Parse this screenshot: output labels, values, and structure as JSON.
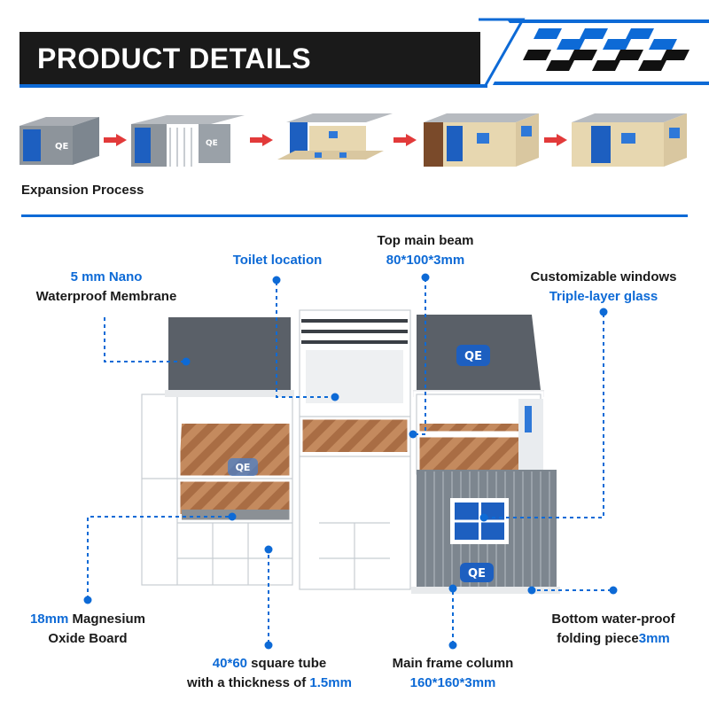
{
  "header": {
    "title": "PRODUCT DETAILS"
  },
  "expansion": {
    "label": "Expansion Process"
  },
  "callouts": {
    "membrane": {
      "line1": "5 mm Nano",
      "line2": "Waterproof Membrane"
    },
    "toilet": {
      "line1": "Toilet location"
    },
    "beam": {
      "line1": "Top main beam",
      "line2": "80*100*3mm"
    },
    "windows": {
      "line1": "Customizable windows",
      "line2": "Triple-layer glass"
    },
    "board": {
      "line1_a": "18mm",
      "line1_b": " Magnesium",
      "line2": "Oxide Board"
    },
    "tube": {
      "line1_a": "40*60",
      "line1_b": " square tube",
      "line2_a": "with a thickness of ",
      "line2_b": "1.5mm"
    },
    "column": {
      "line1": "Main frame column",
      "line2": "160*160*3mm"
    },
    "folding": {
      "line1": "Bottom water-proof",
      "line2_a": "folding piece",
      "line2_b": "3mm"
    }
  },
  "brand": {
    "logo_text": "QE"
  },
  "colors": {
    "accent": "#0d6ad6",
    "dark": "#1a1a1a",
    "arrow": "#e23a3a",
    "roof": "#5a6068",
    "wood": "#b97a52",
    "panel": "#7d868f"
  }
}
